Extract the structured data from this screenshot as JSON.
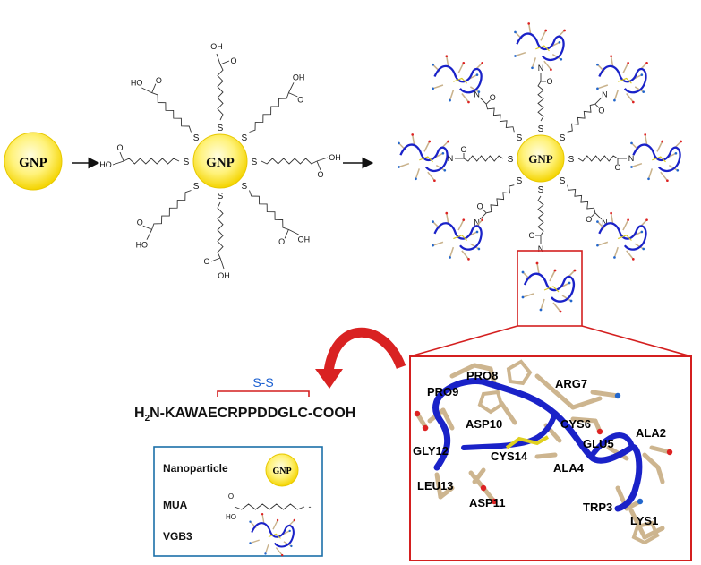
{
  "gnp_label": "GNP",
  "sulfur": "S",
  "oh_label": "OH",
  "ho_label": "HO",
  "o_label": "O",
  "n_label": "N",
  "disulfide": "S-S",
  "sequence": {
    "prefix": "H",
    "sub": "2",
    "rest": "N-KAWAECRPPDDGLC-COOH"
  },
  "legend": {
    "nanoparticle": "Nanoparticle",
    "mua": "MUA",
    "vgb3": "VGB3"
  },
  "residues": {
    "pro8": "PRO8",
    "arg7": "ARG7",
    "pro9": "PRO9",
    "asp10": "ASP10",
    "cys6": "CYS6",
    "glu5": "GLU5",
    "ala2": "ALA2",
    "gly12": "GLY12",
    "cys14": "CYS14",
    "ala4": "ALA4",
    "leu13": "LEU13",
    "asp11": "ASP11",
    "trp3": "TRP3",
    "lys1": "LYS1"
  },
  "colors": {
    "gold_center": "#fffde0",
    "gold_edge": "#f4d400",
    "ribbon": "#1a22c8",
    "frame": "#d41f1f",
    "arrow": "#d92222",
    "legend_border": "#1c6fa8",
    "disulfide_text": "#1a5fd0",
    "stick": "#cdb58f"
  }
}
